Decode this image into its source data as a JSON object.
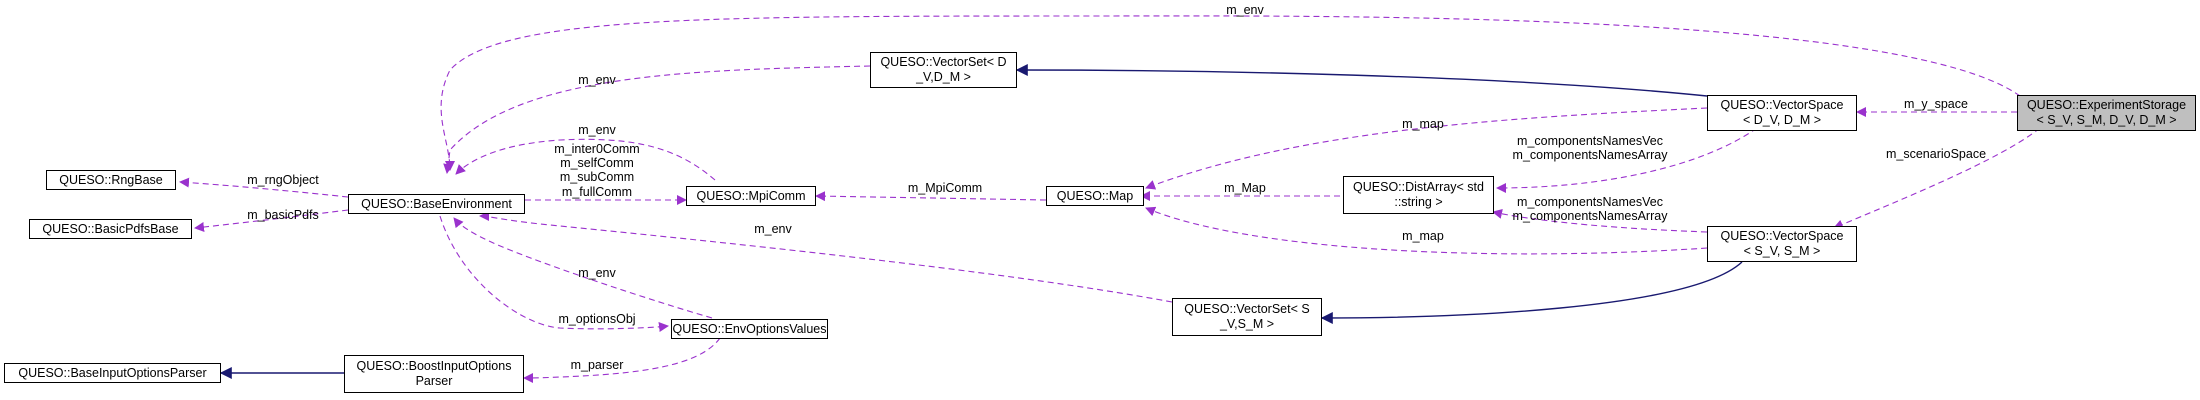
{
  "nodes": {
    "experiment_storage": [
      "QUESO::ExperimentStorage",
      "< S_V, S_M, D_V, D_M >"
    ],
    "vector_space_d": [
      "QUESO::VectorSpace",
      "< D_V, D_M >"
    ],
    "vector_space_s": [
      "QUESO::VectorSpace",
      "< S_V, S_M >"
    ],
    "vector_set_d": [
      "QUESO::VectorSet< D",
      "_V,D_M >"
    ],
    "vector_set_s": [
      "QUESO::VectorSet< S",
      "_V,S_M >"
    ],
    "base_environment": [
      "QUESO::BaseEnvironment"
    ],
    "rng_base": [
      "QUESO::RngBase"
    ],
    "basic_pdfs_base": [
      "QUESO::BasicPdfsBase"
    ],
    "mpi_comm": [
      "QUESO::MpiComm"
    ],
    "map": [
      "QUESO::Map"
    ],
    "dist_array": [
      "QUESO::DistArray< std",
      "::string >"
    ],
    "env_options_values": [
      "QUESO::EnvOptionsValues"
    ],
    "boost_input_options_parser": [
      "QUESO::BoostInputOptions",
      "Parser"
    ],
    "base_input_options_parser": [
      "QUESO::BaseInputOptionsParser"
    ]
  },
  "edge_labels": {
    "top_env": "m_env",
    "vecset_env": "m_env",
    "mpicomm_env": "m_env",
    "mpicomm_comms": [
      "m_inter0Comm",
      "m_selfComm",
      "m_subComm",
      "m_fullComm"
    ],
    "rng_object": "m_rngObject",
    "basic_pdfs": "m_basicPdfs",
    "mpi_comm_map": "m_MpiComm",
    "vecset_s_env": "m_env",
    "envopt_env": "m_env",
    "options_obj": "m_optionsObj",
    "parser": "m_parser",
    "map_from_vsd": "m_map",
    "map_from_dist": "m_Map",
    "map_from_vss": "m_map",
    "components_d": [
      "m_componentsNamesVec",
      "m_componentsNamesArray"
    ],
    "components_s": [
      "m_componentsNamesVec",
      "m_componentsNamesArray"
    ],
    "y_space": "m_y_space",
    "scenario_space": "m_scenarioSpace"
  },
  "colors": {
    "usage_edge": "#9a32cd",
    "inheritance_edge": "#191970",
    "focus_fill": "#bfbfbf",
    "node_border": "#000000"
  }
}
